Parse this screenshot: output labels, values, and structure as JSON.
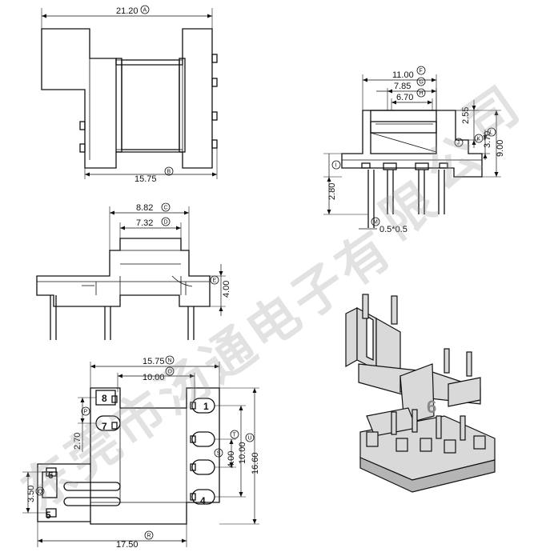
{
  "views": {
    "top": {
      "dims": {
        "width_overall": "21.20",
        "width_base": "15.75"
      },
      "circles": {
        "a": "A",
        "b": "B"
      }
    },
    "side": {
      "dims": {
        "flange_outer": "8.82",
        "flange_inner": "7.32",
        "height": "4.00"
      },
      "circles": {
        "c": "C",
        "d": "D",
        "e": "E"
      }
    },
    "front": {
      "dims": {
        "overall": "11.00",
        "mid": "7.85",
        "inner": "6.70",
        "top_step": "2.55",
        "step": "3.70",
        "height": "9.00",
        "pin_length": "2.80",
        "pin_size": "0.5*0.5"
      },
      "circles": {
        "f": "F",
        "g": "G",
        "h": "H",
        "i": "I",
        "j": "J",
        "k": "K",
        "l": "L",
        "m": "M"
      }
    },
    "bottom": {
      "dims": {
        "top_width": "15.75",
        "pin_span": "10.00",
        "left_pitch": "2.70",
        "pitch_s": "4.00",
        "pitch_t": "10.00",
        "depth": "16.60",
        "left_low": "3.50",
        "bottom_width": "17.50"
      },
      "circles": {
        "n": "N",
        "o": "O",
        "p": "P",
        "q": "Q",
        "r": "R",
        "s": "S",
        "t": "T",
        "u": "U"
      },
      "pins": [
        "8",
        "7",
        "6",
        "5",
        "1",
        "4"
      ]
    },
    "photo": {
      "model_number": "6"
    }
  },
  "watermark": {
    "glyphs": [
      "东",
      "莞",
      "市",
      "汤",
      "通",
      "电",
      "子",
      "有",
      "限",
      "公",
      "司"
    ]
  }
}
